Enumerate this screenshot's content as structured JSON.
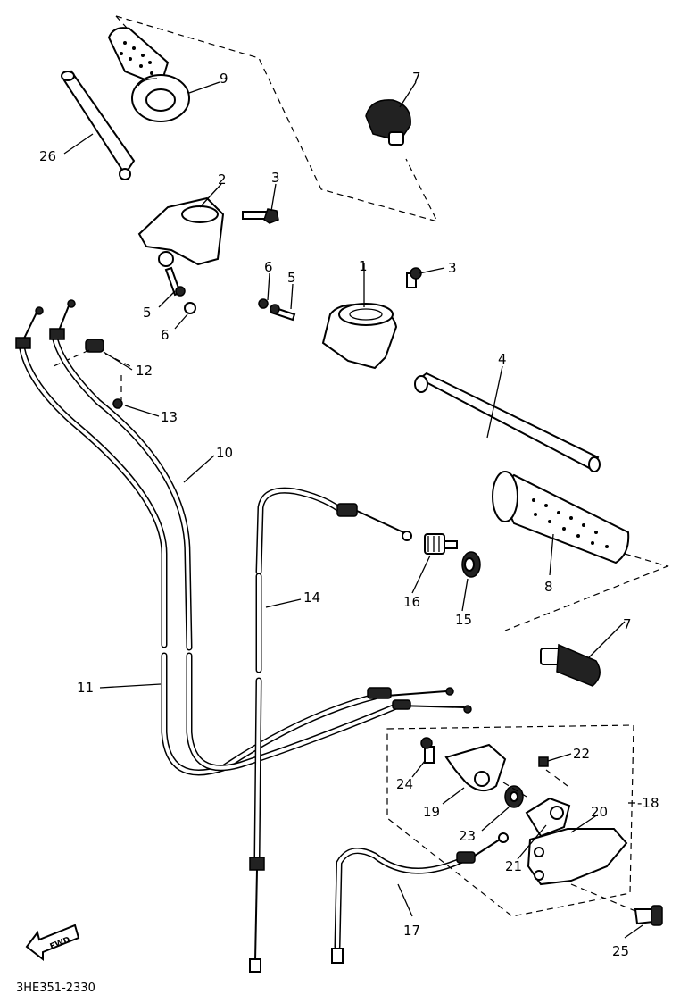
{
  "labels": {
    "l1": "1",
    "l2": "2",
    "l3a": "3",
    "l3b": "3",
    "l4": "4",
    "l5a": "5",
    "l5b": "5",
    "l6a": "6",
    "l6b": "6",
    "l7a": "7",
    "l7b": "7",
    "l8": "8",
    "l9": "9",
    "l10": "10",
    "l11": "11",
    "l12": "12",
    "l13": "13",
    "l14": "14",
    "l15": "15",
    "l16": "16",
    "l17": "17",
    "l18": "18",
    "l19": "19",
    "l20": "20",
    "l21": "21",
    "l22": "22",
    "l23": "23",
    "l24": "24",
    "l25": "25",
    "l26": "26"
  },
  "fwd_label": "FWD",
  "drawing_code": "3HE351-2330"
}
